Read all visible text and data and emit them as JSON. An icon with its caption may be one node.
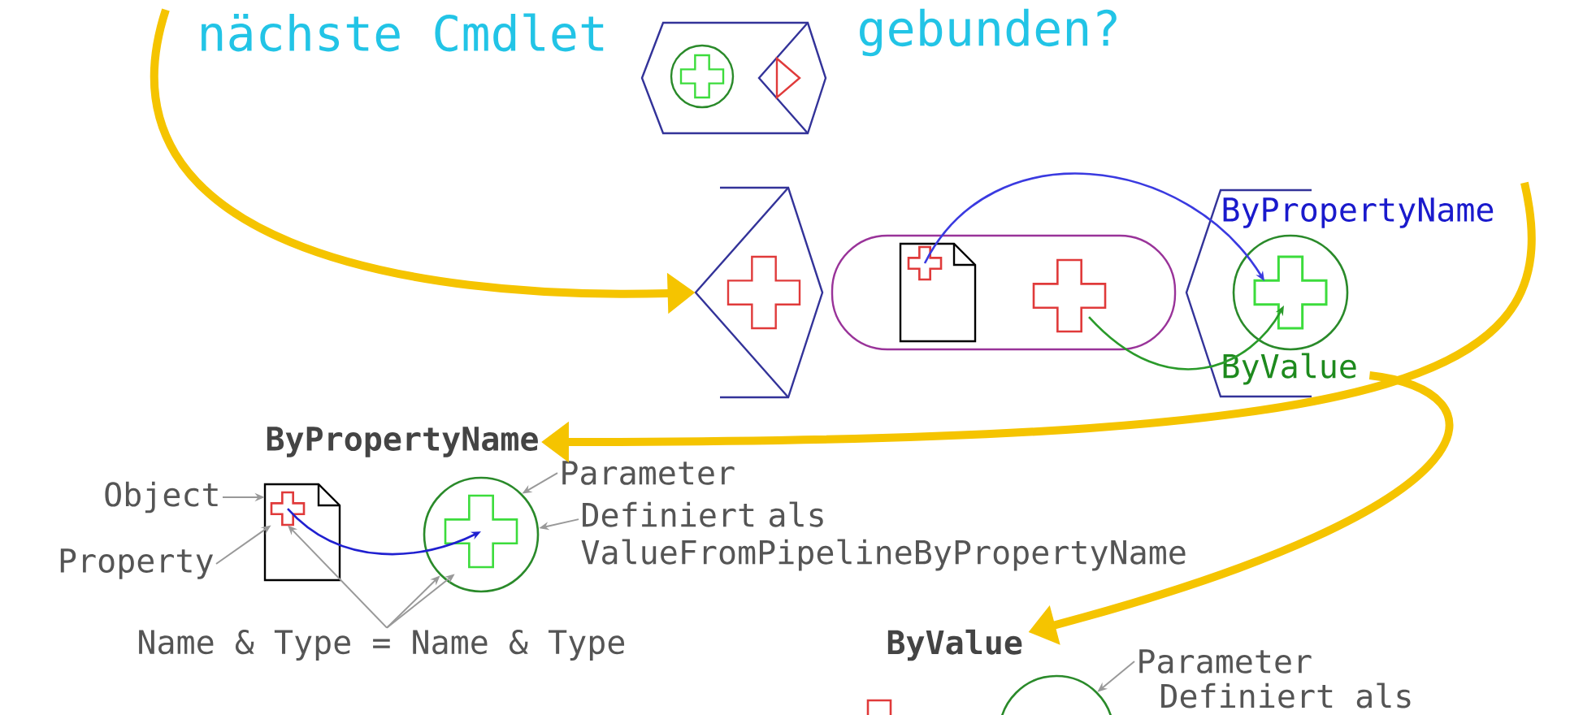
{
  "diagram": {
    "nodes": [
      {
        "text": [],
        "shape": "chevron"
      },
      {
        "text": [],
        "shape": "box"
      },
      {
        "text": [],
        "shape": "document",
        "in": 1
      },
      {
        "text": [],
        "shape": "cross",
        "in": 2
      },
      {
        "text": [],
        "shape": "cross",
        "in": 1
      },
      {
        "text": [],
        "shape": "circle"
      },
      {
        "text": [
          "ByPropertyName"
        ]
      },
      {
        "text": [
          "ByValue"
        ]
      },
      {
        "text": [
          "ByPropertyName"
        ]
      },
      {
        "text": [
          "Object"
        ]
      },
      {
        "text": [
          "Property"
        ]
      },
      {
        "text": [],
        "shape": "document"
      },
      {
        "text": [],
        "shape": "cross",
        "in": 11
      },
      {
        "text": [],
        "shape": "circle"
      },
      {
        "text": [],
        "shape": "cross",
        "in": 13
      },
      {
        "text": [
          "Parameter"
        ]
      },
      {
        "text": [
          "Definiert als ValueFromPipelineByPropertyName"
        ]
      },
      {
        "text": [
          "Name & Type = Name & Type"
        ]
      },
      {
        "text": [
          "ByValue"
        ]
      },
      {
        "text": [
          "Parameter"
        ]
      },
      {
        "text": [],
        "shape": "circle"
      },
      {
        "text": [],
        "shape": "cross"
      }
    ],
    "edges": [
      {
        "from": null,
        "to": 0,
        "arrow": "to",
        "style": "thick",
        "color": "#f5c400"
      },
      {
        "from": 3,
        "to": 5,
        "arrow": "to",
        "color": "#3a3ae0"
      },
      {
        "from": 4,
        "to": 5,
        "arrow": "to",
        "color": "#2a9a2a"
      },
      {
        "from": 6,
        "to": 8,
        "arrow": "to",
        "style": "thick",
        "color": "#f5c400"
      },
      {
        "from": 7,
        "to": 18,
        "arrow": "to",
        "style": "thick",
        "color": "#f5c400"
      },
      {
        "from": 9,
        "to": 11,
        "arrow": "to"
      },
      {
        "from": 10,
        "to": 12,
        "arrow": "to"
      },
      {
        "from": 17,
        "to": 12,
        "arrow": "to"
      },
      {
        "from": 17,
        "to": 13,
        "arrow": "to"
      },
      {
        "from": 17,
        "to": 14,
        "arrow": "to"
      },
      {
        "from": 15,
        "to": 13,
        "arrow": "to"
      },
      {
        "from": 16,
        "to": 13,
        "arrow": "to"
      },
      {
        "from": 12,
        "to": 14,
        "arrow": "to",
        "color": "#2020d0"
      },
      {
        "from": 19,
        "to": 20,
        "arrow": "to"
      }
    ],
    "labels": [
      "nächste Cmdlet",
      "gebunden?",
      "Definiert als"
    ]
  }
}
